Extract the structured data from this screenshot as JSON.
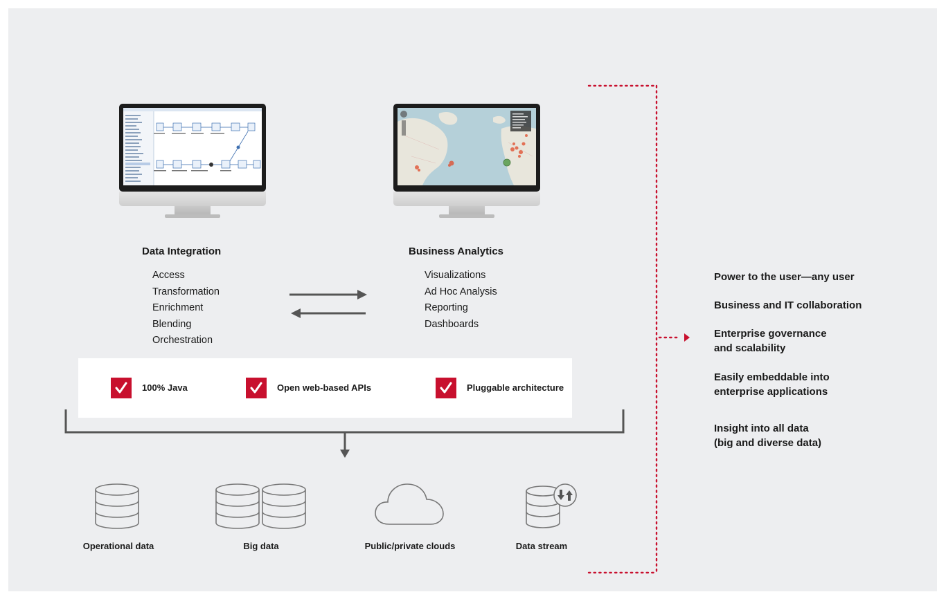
{
  "monitors": {
    "left": {
      "label": "Data Integration",
      "items": [
        "Access",
        "Transformation",
        "Enrichment",
        "Blending",
        "Orchestration"
      ]
    },
    "right": {
      "label": "Business Analytics",
      "items": [
        "Visualizations",
        "Ad Hoc Analysis",
        "Reporting",
        "Dashboards"
      ]
    }
  },
  "features": [
    "100% Java",
    "Open web-based APIs",
    "Pluggable architecture"
  ],
  "sources": [
    "Operational data",
    "Big data",
    "Public/private clouds",
    "Data stream"
  ],
  "benefits": [
    [
      "Power to the user—any user"
    ],
    [
      "Business and IT collaboration"
    ],
    [
      "Enterprise governance",
      "and scalability"
    ],
    [
      "Easily embeddable into",
      "enterprise applications"
    ],
    [
      "Insight into all data",
      "(big and diverse data)"
    ]
  ],
  "colors": {
    "accent": "#c8102e",
    "panel": "#edeef0",
    "dark": "#555555"
  }
}
